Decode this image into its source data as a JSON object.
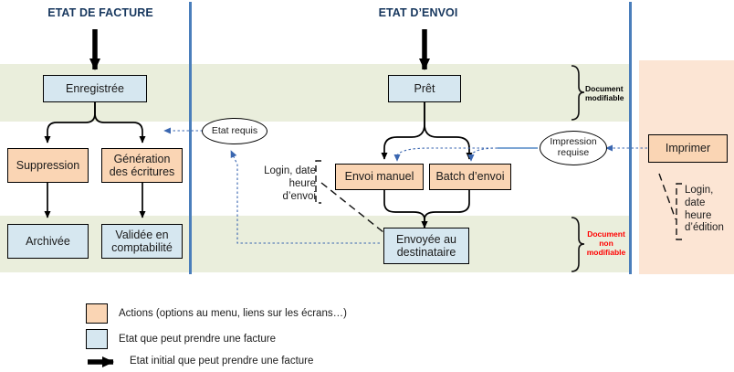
{
  "columns": [
    {
      "title": "ETAT DE FACTURE"
    },
    {
      "title": "ETAT D’ENVOI"
    }
  ],
  "nodes": {
    "enregistree": "Enregistrée",
    "suppression": "Suppression",
    "generation": "Génération\ndes écritures",
    "archivee": "Archivée",
    "validee": "Validée en\ncomptabilité",
    "pret": "Prêt",
    "envoi_manuel": "Envoi manuel",
    "batch_envoi": "Batch d’envoi",
    "envoyee": "Envoyée au\ndestinataire",
    "imprimer": "Imprimer"
  },
  "ellipses": {
    "etat_requis": "Etat requis",
    "impression_requise": "Impression\nrequise"
  },
  "notes": {
    "login_envoi": "Login, date\nheure\nd’envoi",
    "login_edition": "Login,\ndate\nheure\nd’édition"
  },
  "braces": {
    "document_modifiable": "Document\nmodifiable",
    "document_non_modifiable": "Document\nnon\nmodifiable"
  },
  "legend": {
    "items": [
      {
        "swatch": "action",
        "label": "Actions (options au menu, liens sur les écrans…)"
      },
      {
        "swatch": "state",
        "label": "Etat que peut prendre une facture"
      },
      {
        "swatch": "arrow",
        "label": "Etat initial que peut prendre une facture"
      }
    ]
  },
  "colors": {
    "state_fill": "#d6e7f0",
    "action_fill": "#fad5b4",
    "band_green": "#eaeedc",
    "panel_peach": "#fce5d4",
    "divider_blue": "#4a7ebb",
    "title_blue": "#17375e",
    "dotted_blue": "#3a66b0",
    "red_label": "#ff0000",
    "stroke_black": "#000000"
  }
}
